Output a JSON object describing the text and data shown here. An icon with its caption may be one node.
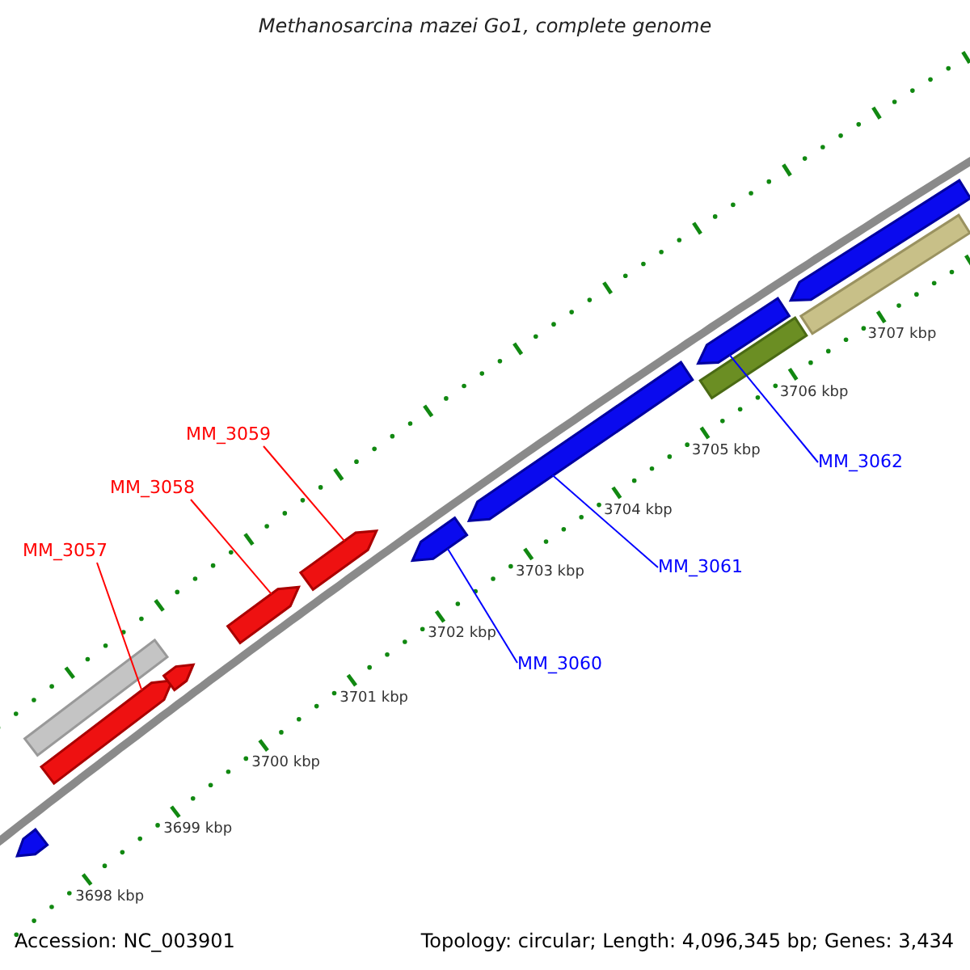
{
  "diagram": {
    "title": "Methanosarcina mazei Go1, complete genome",
    "nodes": [
      {
        "text": [
          "MM_3057"
        ]
      },
      {
        "text": [
          "MM_3058"
        ]
      },
      {
        "text": [
          "MM_3059"
        ]
      },
      {
        "text": [
          "MM_3060"
        ]
      },
      {
        "text": [
          "MM_3061"
        ]
      },
      {
        "text": [
          "MM_3062"
        ]
      },
      {
        "text": [],
        "shape": "arrow"
      },
      {
        "text": [],
        "shape": "bar"
      },
      {
        "text": [],
        "shape": "arrow"
      },
      {
        "text": [],
        "shape": "arrow"
      },
      {
        "text": [],
        "shape": "arrow"
      },
      {
        "text": [],
        "shape": "arrow"
      },
      {
        "text": [],
        "shape": "arrow"
      },
      {
        "text": [],
        "shape": "arrow"
      },
      {
        "text": [],
        "shape": "bar"
      },
      {
        "text": [],
        "shape": "arrow"
      },
      {
        "text": [],
        "shape": "bar"
      },
      {
        "text": [],
        "shape": "arrow"
      }
    ],
    "edges": [
      {
        "from": 0,
        "to": 8,
        "arrow": "none",
        "color": "#ff0000"
      },
      {
        "from": 1,
        "to": 10,
        "arrow": "none",
        "color": "#ff0000"
      },
      {
        "from": 2,
        "to": 11,
        "arrow": "none",
        "color": "#ff0000"
      },
      {
        "from": 3,
        "to": 12,
        "arrow": "none",
        "color": "#0000ff"
      },
      {
        "from": 4,
        "to": 13,
        "arrow": "none",
        "color": "#0000ff"
      },
      {
        "from": 5,
        "to": 15,
        "arrow": "none",
        "color": "#0000ff"
      }
    ],
    "labels": [
      "3698 kbp",
      "3699 kbp",
      "3700 kbp",
      "3701 kbp",
      "3702 kbp",
      "3703 kbp",
      "3704 kbp",
      "3705 kbp",
      "3706 kbp",
      "3707 kbp",
      "Accession: NC_003901",
      "Topology: circular; Length: 4,096,345 bp; Genes: 3,434"
    ]
  }
}
